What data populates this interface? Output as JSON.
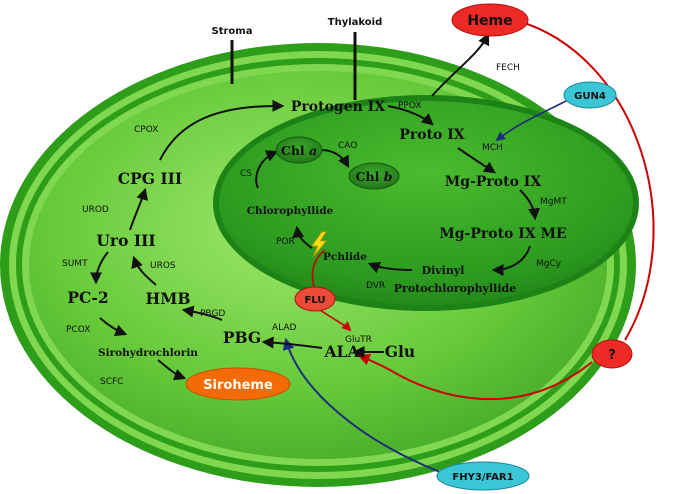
{
  "regions": {
    "stroma": "Stroma",
    "thylakoid": "Thylakoid"
  },
  "metabolites": {
    "heme": "Heme",
    "protogen_ix": "Protogen IX",
    "proto_ix": "Proto IX",
    "chl_a": "Chl a",
    "chl_b": "Chl b",
    "chlorophyllide": "Chlorophyllide",
    "mg_proto_ix": "Mg-Proto IX",
    "mg_proto_ix_me": "Mg-Proto IX ME",
    "pchlide": "Pchlide",
    "divinyl": "Divinyl",
    "protochlorophyllide": "Protochlorophyllide",
    "cpg_iii": "CPG III",
    "uro_iii": "Uro III",
    "pc2": "PC-2",
    "hmb": "HMB",
    "pbg": "PBG",
    "ala": "ALA",
    "glu": "Glu",
    "sirohydrochlorin": "Sirohydrochlorin",
    "siroheme": "Siroheme"
  },
  "enzymes": {
    "fech": "FECH",
    "ppox": "PPOX",
    "cpox": "CPOX",
    "mch": "MCH",
    "cao": "CAO",
    "cs": "CS",
    "mgmt": "MgMT",
    "por": "POR",
    "mgcy": "MgCy",
    "dvr": "DVR",
    "urod": "UROD",
    "sumt": "SUMT",
    "uros": "UROS",
    "pbgd": "PBGD",
    "pcox": "PCOX",
    "alad": "ALAD",
    "glutr": "GluTR",
    "scfc": "SCFC"
  },
  "regulators": {
    "gun4": "GUN4",
    "flu": "FLU",
    "unknown": "?",
    "fhy3_far1": "FHY3/FAR1"
  },
  "colors": {
    "outer_green": "#2e9e1a",
    "stroma_green": "#62c837",
    "thylakoid_green": "#2a8f1c",
    "heme_red": "#ee2a26",
    "siroheme_orange": "#f26b06",
    "gun4_cyan": "#3bc6d6",
    "inhibition_red": "#cc0000",
    "fhy3_navy": "#1c2d7a"
  }
}
